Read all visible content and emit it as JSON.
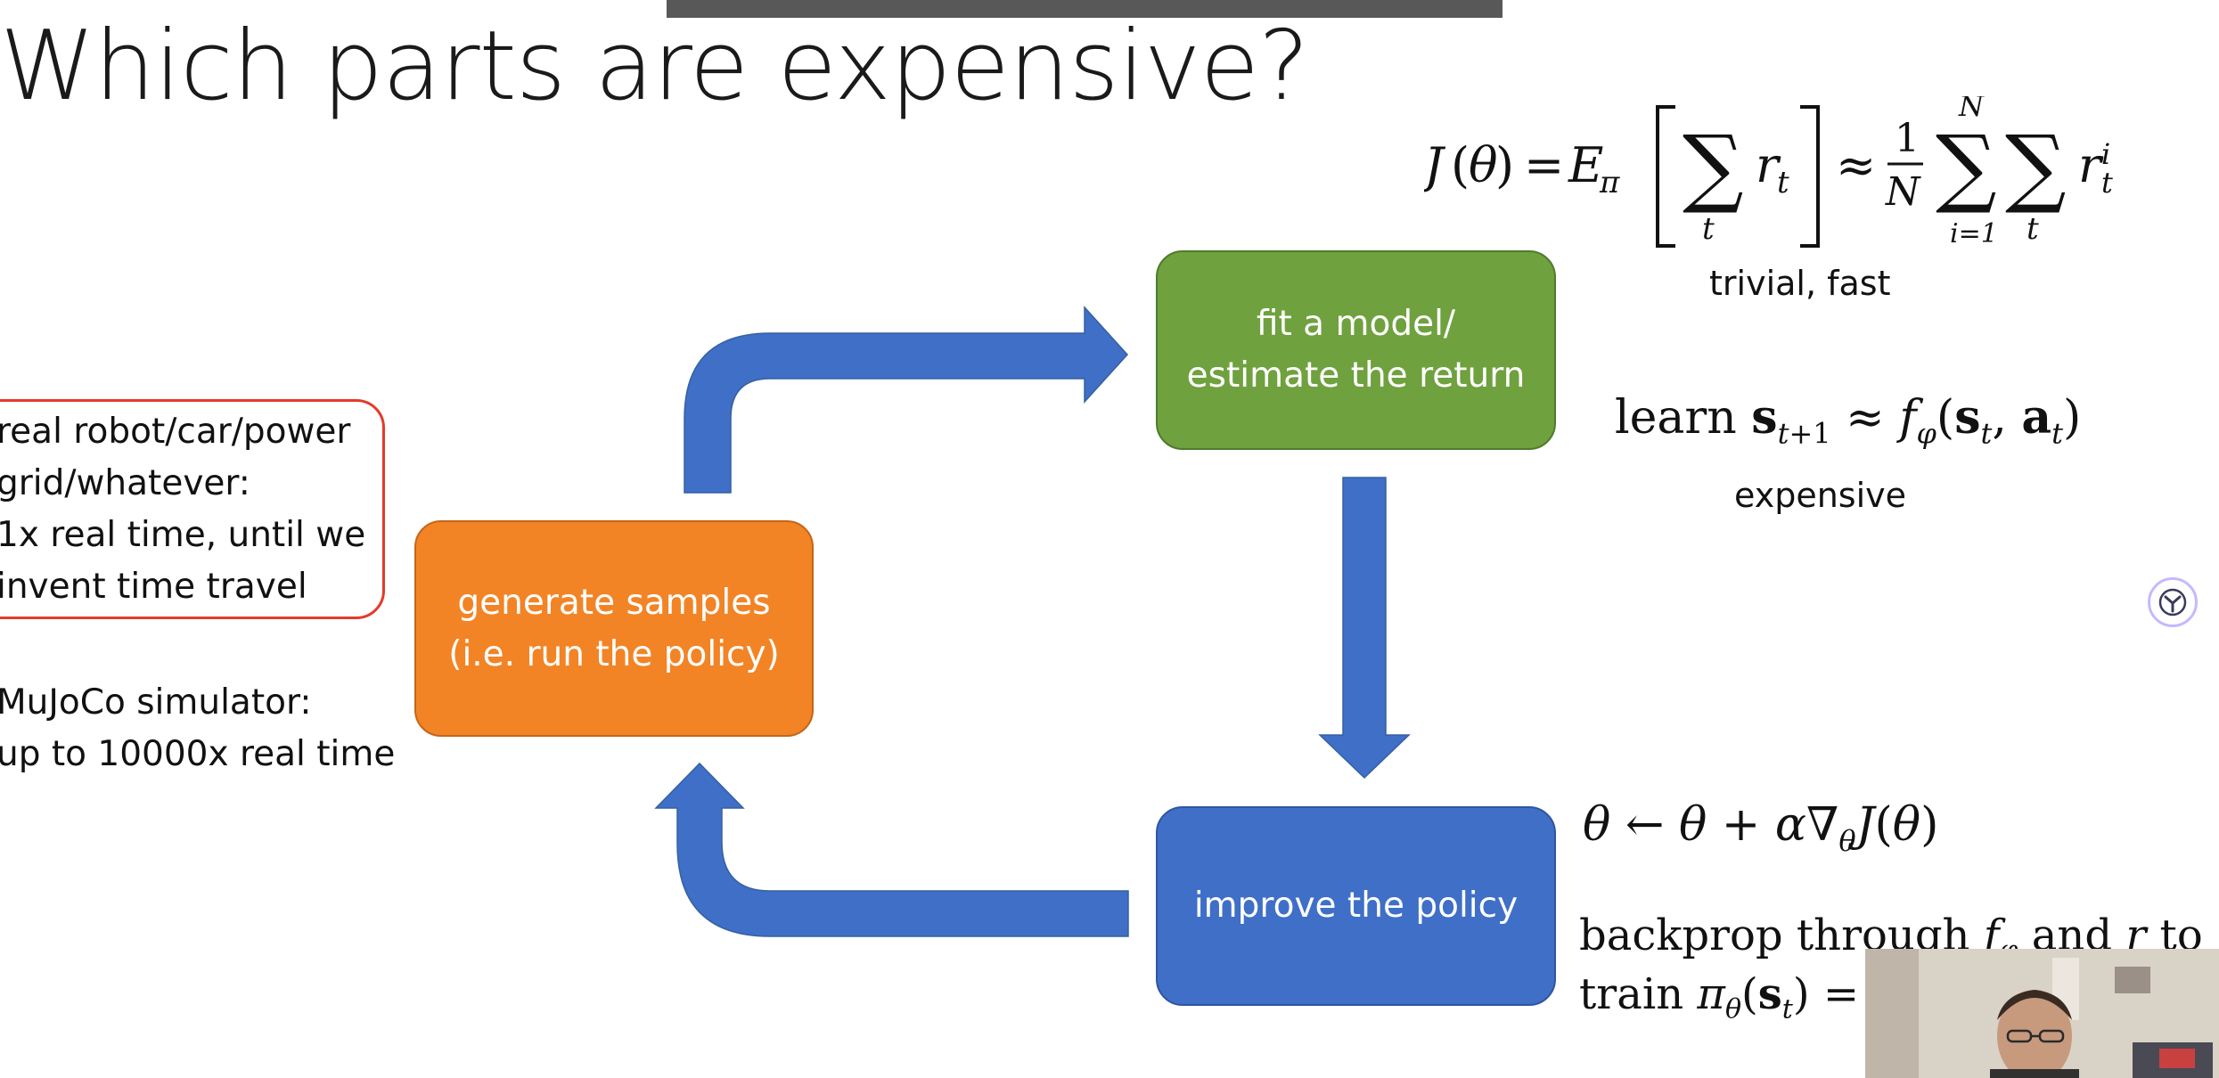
{
  "slide": {
    "title": "Which parts are expensive?"
  },
  "boxes": {
    "fit_model": {
      "lines": [
        "fit a model/",
        "estimate the return"
      ],
      "color": "#6fa13e"
    },
    "generate_samples": {
      "lines": [
        "generate samples",
        "(i.e. run the policy)"
      ],
      "color": "#f28426"
    },
    "improve_policy": {
      "lines": [
        "improve the policy"
      ],
      "color": "#3f6fc7"
    }
  },
  "arrow_color": "#3f6fc7",
  "notes": {
    "real_robot": [
      "real robot/car/power",
      "grid/whatever:",
      "1x real time, until we",
      "invent time travel"
    ],
    "mujoco": [
      "MuJoCo simulator:",
      "up to 10000x real time"
    ]
  },
  "annotations": {
    "return_cost": "trivial, fast",
    "model_learn_word": "learn",
    "model_cost": "expensive",
    "backprop_line_prefix": "backprop through",
    "backprop_and": "and",
    "backprop_to": "to",
    "train_word": "train"
  }
}
